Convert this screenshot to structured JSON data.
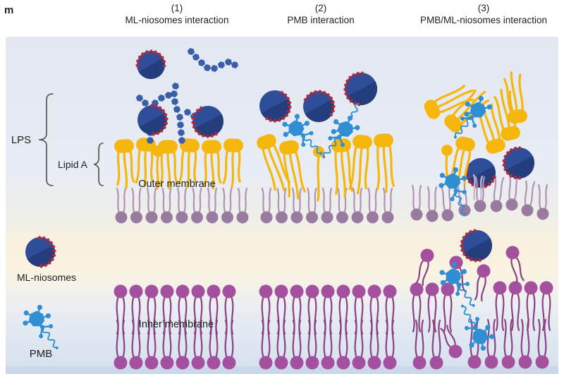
{
  "panel_letter": "m",
  "columns": [
    {
      "number": "(1)",
      "title": "ML-niosomes interaction"
    },
    {
      "number": "(2)",
      "title": "PMB interaction"
    },
    {
      "number": "(3)",
      "title": "PMB/ML-niosomes interaction"
    }
  ],
  "labels": {
    "lps": "LPS",
    "lipid_a": "Lipid A",
    "outer_membrane": "Outer membrane",
    "inner_membrane": "Inner membrane",
    "ml_niosomes": "ML-niosomes",
    "pmb": "PMB"
  },
  "colors": {
    "label_color": "#1f1f1f",
    "brace_color": "#4d4d4d",
    "bg_top": "#e2e7f1",
    "bg_mid": "#e8ecf4",
    "bg_periplasm": "#faf3e2",
    "bg_bottom": "#dfe7f1",
    "bg_bottom_strip": "#cbd8eb",
    "niosome_body": "#2f4e99",
    "niosome_dark": "#243d7c",
    "niosome_corona": "#c4232e",
    "polysaccharide_blue": "#3a5fa9",
    "pmb_blue": "#2f8fd2",
    "lipid_a_yellow": "#f5b60d",
    "outer_leaflet_head": "#9a7ba0",
    "outer_leaflet_tail": "#b193b5",
    "outer_leaflet_tail_light": "#c9b6d6",
    "inner_head": "#a3519f",
    "inner_tail": "#8a4285"
  }
}
